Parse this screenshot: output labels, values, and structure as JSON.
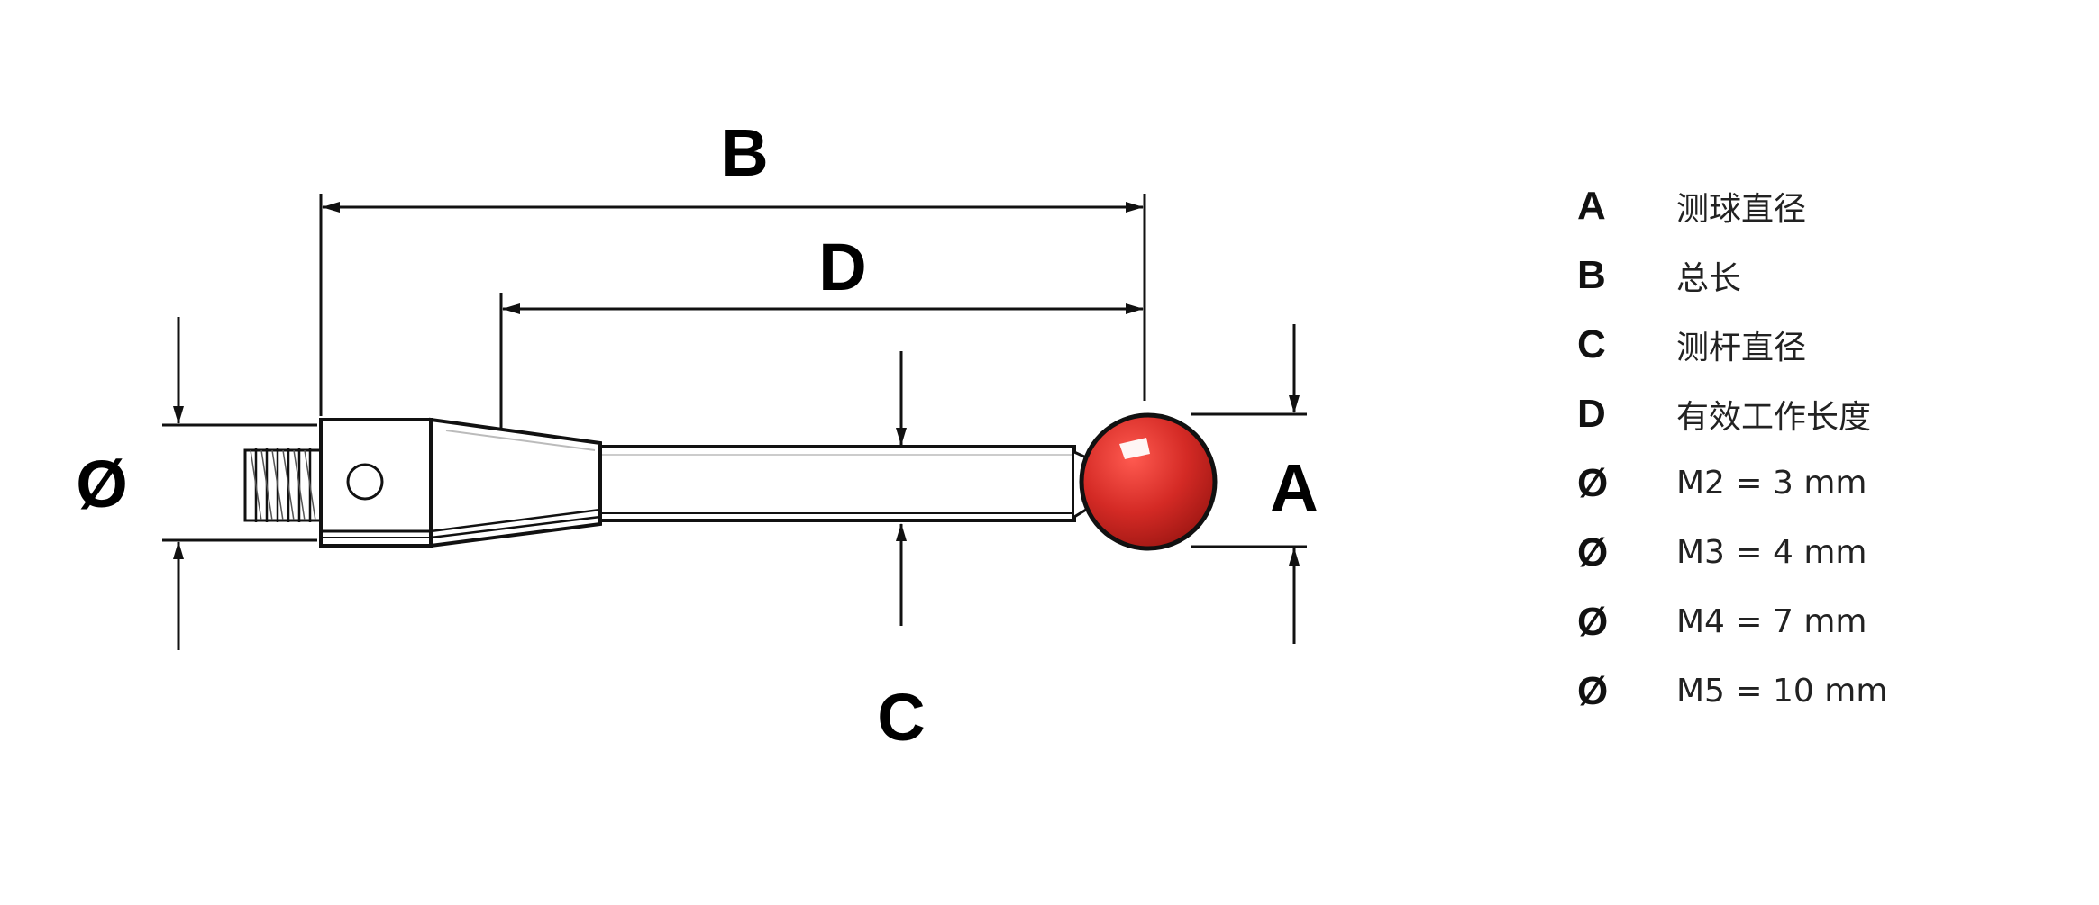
{
  "labels": {
    "B": "B",
    "D": "D",
    "A": "A",
    "C": "C",
    "dia": "Ø"
  },
  "legend": [
    {
      "key": "A",
      "desc": "测球直径"
    },
    {
      "key": "B",
      "desc": "总长"
    },
    {
      "key": "C",
      "desc": "测杆直径"
    },
    {
      "key": "D",
      "desc": "有效工作长度"
    },
    {
      "key": "Ø",
      "desc": "M2 = 3 mm"
    },
    {
      "key": "Ø",
      "desc": "M3 = 4 mm"
    },
    {
      "key": "Ø",
      "desc": "M4 = 7 mm"
    },
    {
      "key": "Ø",
      "desc": "M5 = 10 mm"
    }
  ],
  "colors": {
    "ball": "#d42a25",
    "line": "#111111",
    "body": "#ffffff"
  }
}
